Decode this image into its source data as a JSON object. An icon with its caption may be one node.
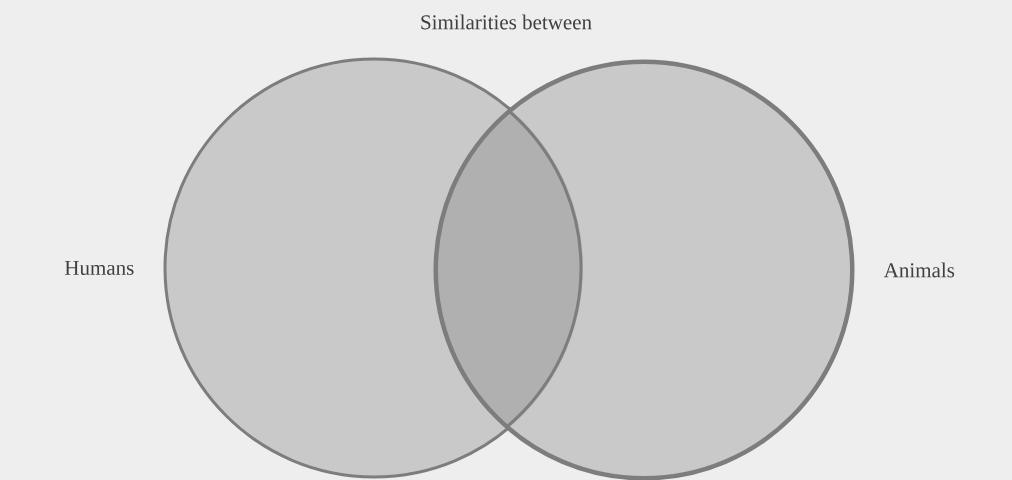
{
  "diagram": {
    "title": "Similarities between",
    "nodes": [
      {
        "text": [
          "Humans"
        ]
      },
      {
        "text": [
          "Animals"
        ]
      }
    ]
  }
}
